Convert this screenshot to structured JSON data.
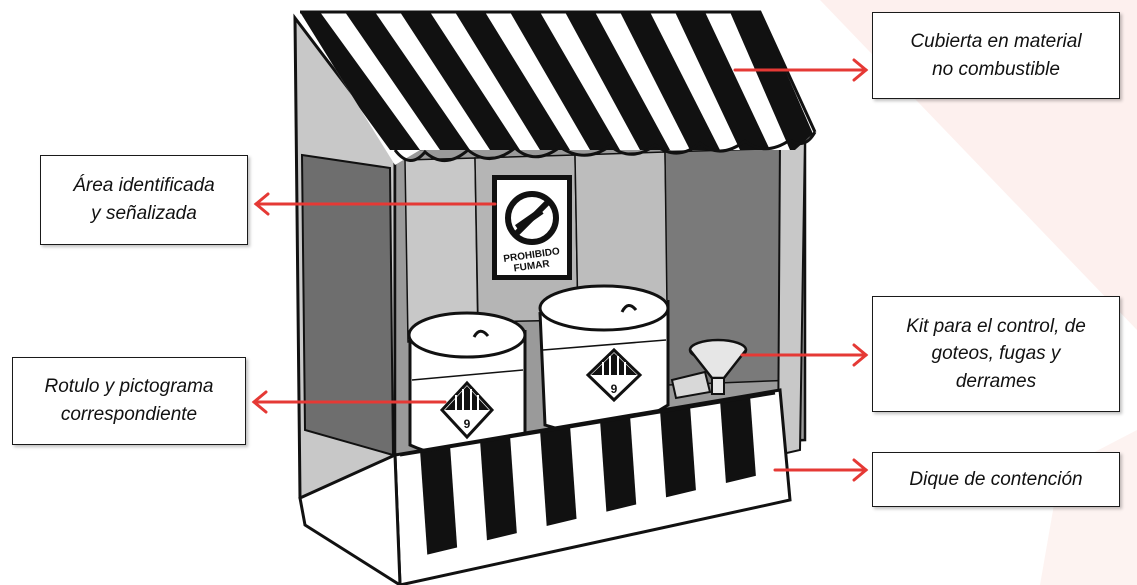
{
  "callouts": {
    "cubierta": "Cubierta en material\nno combustible",
    "area": "Área identificada\ny señalizada",
    "rotulo": "Rotulo y pictograma\ncorrespondiente",
    "kit": "Kit para el control, de\ngoteos, fugas y\nderrames",
    "dique": "Dique de contención"
  },
  "sign": {
    "line1": "PROHIBIDO",
    "line2": "FUMAR"
  },
  "hazard_label_number": "9",
  "colors": {
    "arrow": "#e53935",
    "stripe_dark": "#111111",
    "wall_dark": "#6e6e6e",
    "wall_mid": "#9a9a9a",
    "wall_light": "#c8c8c8",
    "background_accent": "#fbe9e7"
  }
}
